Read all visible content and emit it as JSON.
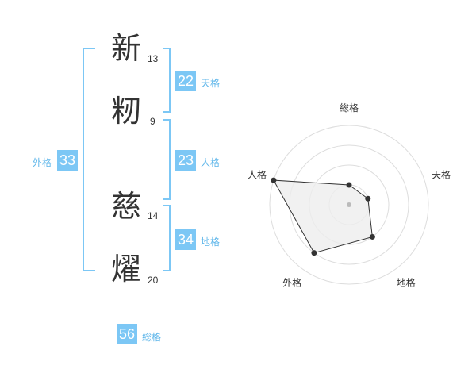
{
  "name": {
    "chars": [
      {
        "char": "新",
        "strokes": "13"
      },
      {
        "char": "籾",
        "strokes": "9"
      },
      {
        "char": "慈",
        "strokes": "14"
      },
      {
        "char": "燿",
        "strokes": "20"
      }
    ]
  },
  "fortunes": {
    "tenkaku": {
      "value": "22",
      "label": "天格"
    },
    "jinkaku": {
      "value": "23",
      "label": "人格"
    },
    "chikaku": {
      "value": "34",
      "label": "地格"
    },
    "gaikaku": {
      "value": "33",
      "label": "外格"
    },
    "soukaku": {
      "value": "56",
      "label": "総格"
    }
  },
  "radar": {
    "axes": [
      "総格",
      "天格",
      "地格",
      "外格",
      "人格"
    ],
    "levels": 4,
    "values": [
      1,
      1,
      2,
      3,
      4
    ],
    "max": 4,
    "colors": {
      "grid": "#dddddd",
      "fill": "#eeeeee",
      "line": "#333333",
      "point": "#333333",
      "center": "#bbbbbb"
    }
  }
}
